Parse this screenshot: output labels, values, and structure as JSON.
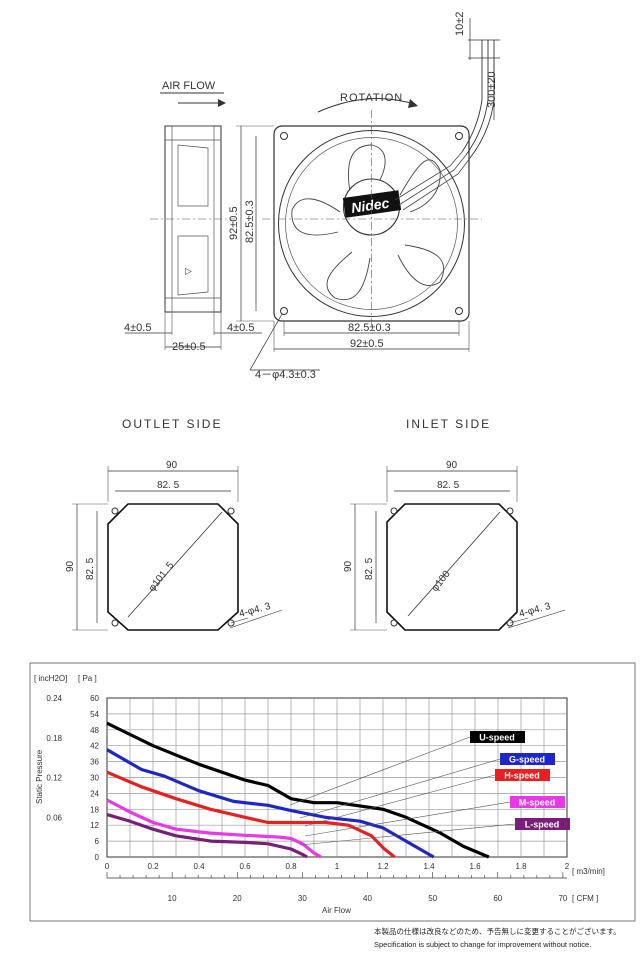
{
  "drawing": {
    "airflow_label": "AIR FLOW",
    "rotation_label": "ROTATION",
    "brand": "Nidec",
    "lead_length": "10±2",
    "lead_total": "300±20",
    "dims": {
      "height_total": "92±0.5",
      "height_hole": "82.5±0.3",
      "width_hole": "82.5±0.3",
      "width_total": "92±0.5",
      "flange_left": "4±0.5",
      "flange_right": "4±0.5",
      "depth": "25±0.5",
      "holes": "4－φ4.3±0.3"
    }
  },
  "outlet": {
    "title": "OUTLET SIDE",
    "w_total": "90",
    "w_hole": "82. 5",
    "h_total": "90",
    "h_hole": "82. 5",
    "diameter": "φ101. 5",
    "holes": "4-φ4. 3"
  },
  "inlet": {
    "title": "INLET SIDE",
    "w_total": "90",
    "w_hole": "82. 5",
    "h_total": "90",
    "h_hole": "82. 5",
    "diameter": "φ100",
    "holes": "4-φ4. 3"
  },
  "chart_data": {
    "type": "line",
    "ylabel": "Static Pressure",
    "xlabel": "Air Flow",
    "y_units": [
      "[ incH2O]",
      "[ Pa ]"
    ],
    "x_units": [
      "[ m3/min]",
      "[ CFM ]"
    ],
    "xlim": [
      0,
      2
    ],
    "ylim": [
      0,
      60
    ],
    "x_ticks": [
      "0",
      "0.2",
      "0.4",
      "0.6",
      "0.8",
      "1",
      "1.2",
      "1.4",
      "1.6",
      "1.8",
      "2"
    ],
    "cfm_ticks": [
      "10",
      "20",
      "30",
      "40",
      "50",
      "60",
      "70"
    ],
    "pa_ticks": [
      "0",
      "6",
      "12",
      "18",
      "24",
      "30",
      "36",
      "42",
      "48",
      "54",
      "60"
    ],
    "inch_ticks": [
      "0.24",
      "0.18",
      "0.12",
      "0.06"
    ],
    "grid": true,
    "series": [
      {
        "name": "U-speed",
        "color": "#000000",
        "points": [
          [
            0,
            50.5
          ],
          [
            0.2,
            42
          ],
          [
            0.4,
            35
          ],
          [
            0.6,
            29
          ],
          [
            0.7,
            27
          ],
          [
            0.8,
            22
          ],
          [
            0.9,
            20.5
          ],
          [
            1.0,
            20.5
          ],
          [
            1.2,
            18
          ],
          [
            1.3,
            15
          ],
          [
            1.45,
            9
          ],
          [
            1.55,
            4
          ],
          [
            1.66,
            0
          ]
        ]
      },
      {
        "name": "G-speed",
        "color": "#1e26c8",
        "points": [
          [
            0,
            40.5
          ],
          [
            0.15,
            33
          ],
          [
            0.25,
            30.5
          ],
          [
            0.4,
            25
          ],
          [
            0.55,
            21
          ],
          [
            0.7,
            19.5
          ],
          [
            0.8,
            17.5
          ],
          [
            0.95,
            15
          ],
          [
            1.1,
            13.5
          ],
          [
            1.2,
            11
          ],
          [
            1.3,
            6
          ],
          [
            1.42,
            0
          ]
        ]
      },
      {
        "name": "H-speed",
        "color": "#e82020",
        "points": [
          [
            0,
            32
          ],
          [
            0.15,
            26.5
          ],
          [
            0.3,
            22
          ],
          [
            0.45,
            18
          ],
          [
            0.6,
            15
          ],
          [
            0.7,
            13
          ],
          [
            0.8,
            13
          ],
          [
            0.95,
            13
          ],
          [
            1.05,
            12
          ],
          [
            1.15,
            8
          ],
          [
            1.2,
            3.5
          ],
          [
            1.25,
            0
          ]
        ]
      },
      {
        "name": "M-speed",
        "color": "#e838e8",
        "points": [
          [
            0,
            21.5
          ],
          [
            0.1,
            17
          ],
          [
            0.2,
            13
          ],
          [
            0.3,
            10.5
          ],
          [
            0.45,
            9
          ],
          [
            0.6,
            8.2
          ],
          [
            0.75,
            7.5
          ],
          [
            0.8,
            7
          ],
          [
            0.85,
            5
          ],
          [
            0.9,
            1.5
          ],
          [
            0.93,
            0
          ]
        ]
      },
      {
        "name": "L-speed",
        "color": "#7a1e7a",
        "points": [
          [
            0,
            16
          ],
          [
            0.1,
            13.5
          ],
          [
            0.2,
            10.5
          ],
          [
            0.3,
            8
          ],
          [
            0.45,
            6
          ],
          [
            0.6,
            5.5
          ],
          [
            0.7,
            5
          ],
          [
            0.8,
            3
          ],
          [
            0.85,
            1
          ],
          [
            0.87,
            0
          ]
        ]
      }
    ]
  },
  "notes": {
    "jp": "本製品の仕様は改良などのため、予告無しに変更することがございます。",
    "en": "Specification is subject to change for improvement without notice."
  }
}
